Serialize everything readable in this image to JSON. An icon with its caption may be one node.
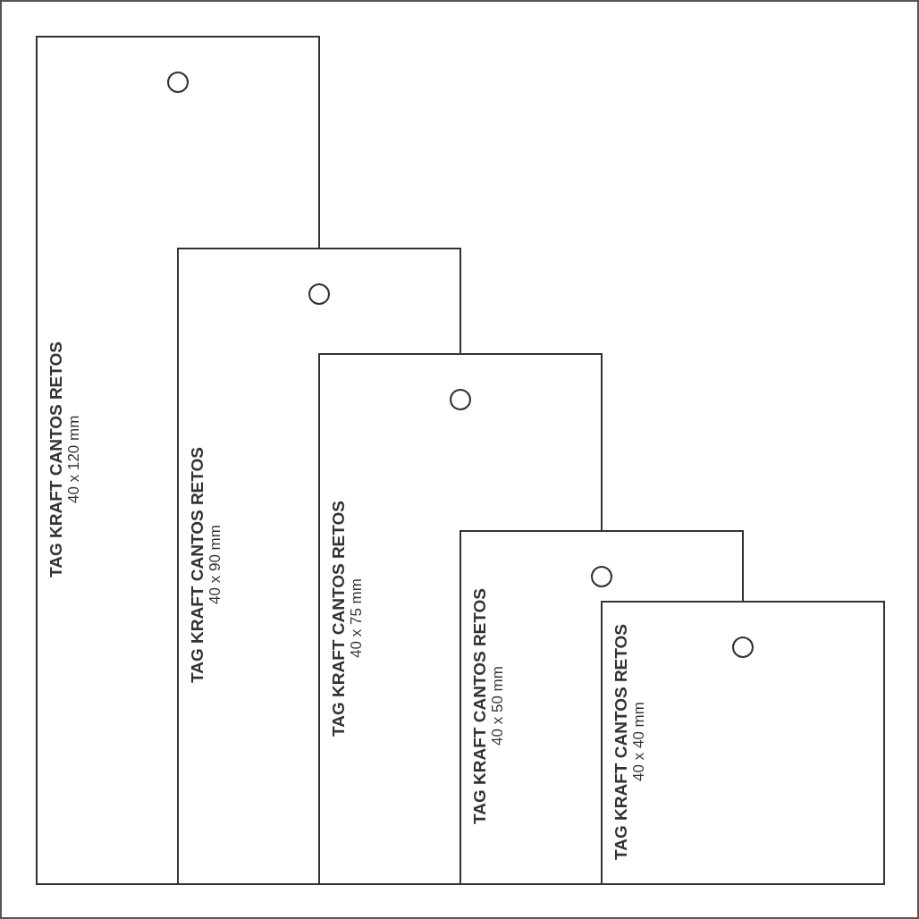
{
  "diagram": {
    "nodes": [
      {
        "text": [
          "TAG KRAFT CANTOS RETOS",
          "40 x 120 mm"
        ]
      },
      {
        "text": [
          "TAG KRAFT CANTOS RETOS",
          "40 x 90 mm"
        ]
      },
      {
        "text": [
          "TAG KRAFT CANTOS RETOS",
          "40 x 75 mm"
        ]
      },
      {
        "text": [
          "TAG KRAFT CANTOS RETOS",
          "40 x 50 mm"
        ]
      },
      {
        "text": [
          "TAG KRAFT CANTOS RETOS",
          "40 x 40 mm"
        ]
      }
    ]
  }
}
